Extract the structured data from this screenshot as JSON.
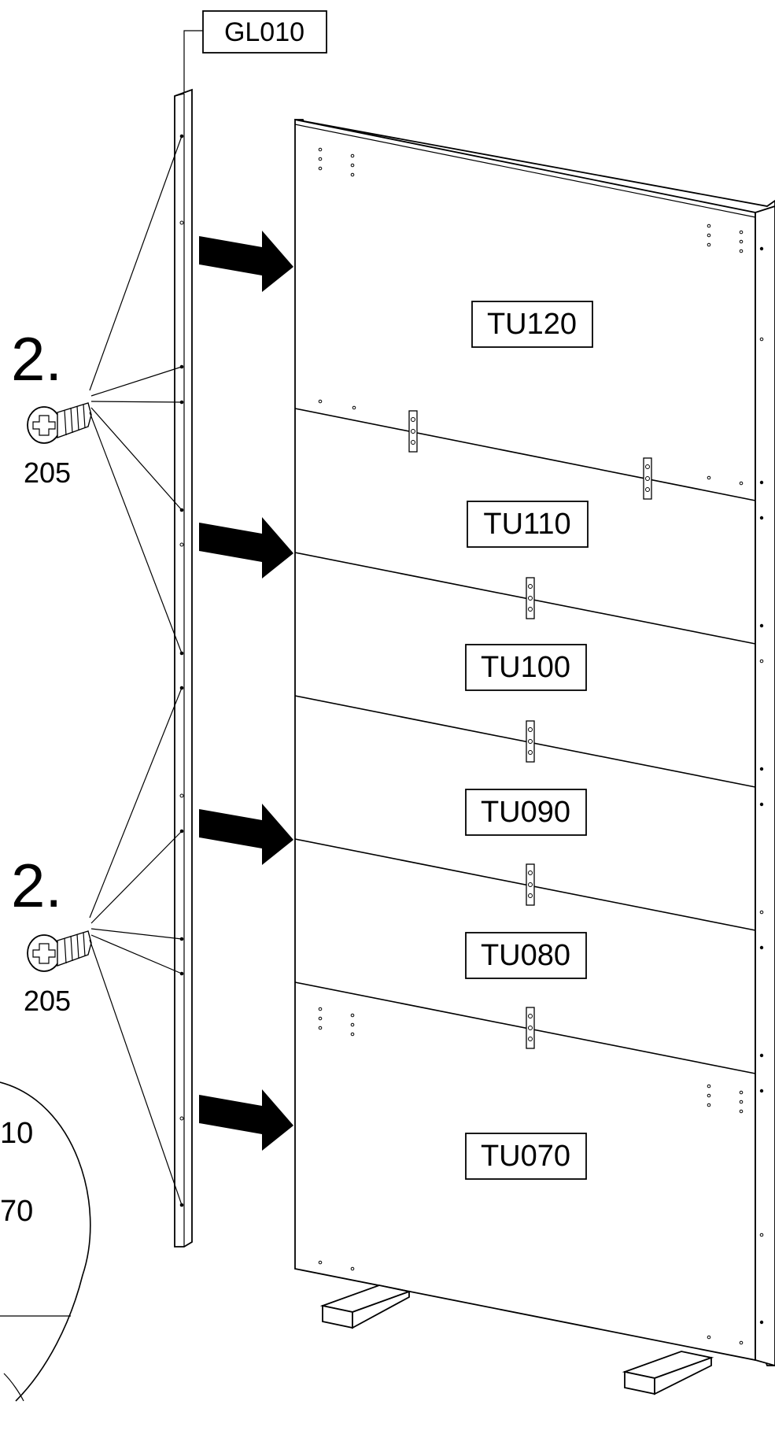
{
  "rail_label": "GL010",
  "panel_labels": [
    "TU120",
    "TU110",
    "TU100",
    "TU090",
    "TU080",
    "TU070"
  ],
  "steps": [
    {
      "count": "2.",
      "part": "205"
    },
    {
      "count": "2.",
      "part": "205"
    }
  ],
  "detail_callout": {
    "line_1": "10",
    "line_2": "70"
  },
  "icons": {
    "screw": "screw-icon",
    "arrow": "insert-arrow-icon"
  }
}
